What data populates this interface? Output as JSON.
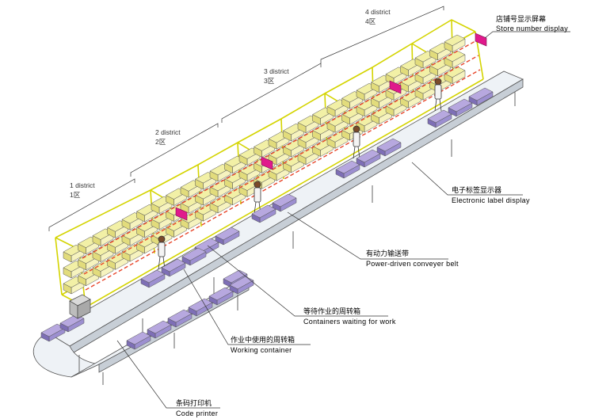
{
  "districts": [
    {
      "en": "1 district",
      "cn": "1区"
    },
    {
      "en": "2 district",
      "cn": "2区"
    },
    {
      "en": "3 district",
      "cn": "3区"
    },
    {
      "en": "4 district",
      "cn": "4区"
    }
  ],
  "callouts": {
    "store_display": {
      "cn": "店铺号显示屏幕",
      "en": "Store number display"
    },
    "electronic_label": {
      "cn": "电子标签显示器",
      "en": "Electronic label display"
    },
    "conveyor": {
      "cn": "有动力输送带",
      "en": "Power-driven conveyer belt"
    },
    "waiting": {
      "cn": "等待作业的周转箱",
      "en": "Containers waiting for work"
    },
    "working": {
      "cn": "作业中使用的周转箱",
      "en": "Working container"
    },
    "printer": {
      "cn": "条码打印机",
      "en": "Code printer"
    }
  },
  "colors": {
    "rack": "#d4d400",
    "box_light": "#f2f0a6",
    "box_side": "#e2dc7c",
    "container_top": "#b7a8df",
    "container_side": "#7e6fb6",
    "display_magenta": "#e0198c",
    "label_red": "#e8462a",
    "belt_top": "#eef2f6",
    "belt_side": "#c7ced6"
  }
}
